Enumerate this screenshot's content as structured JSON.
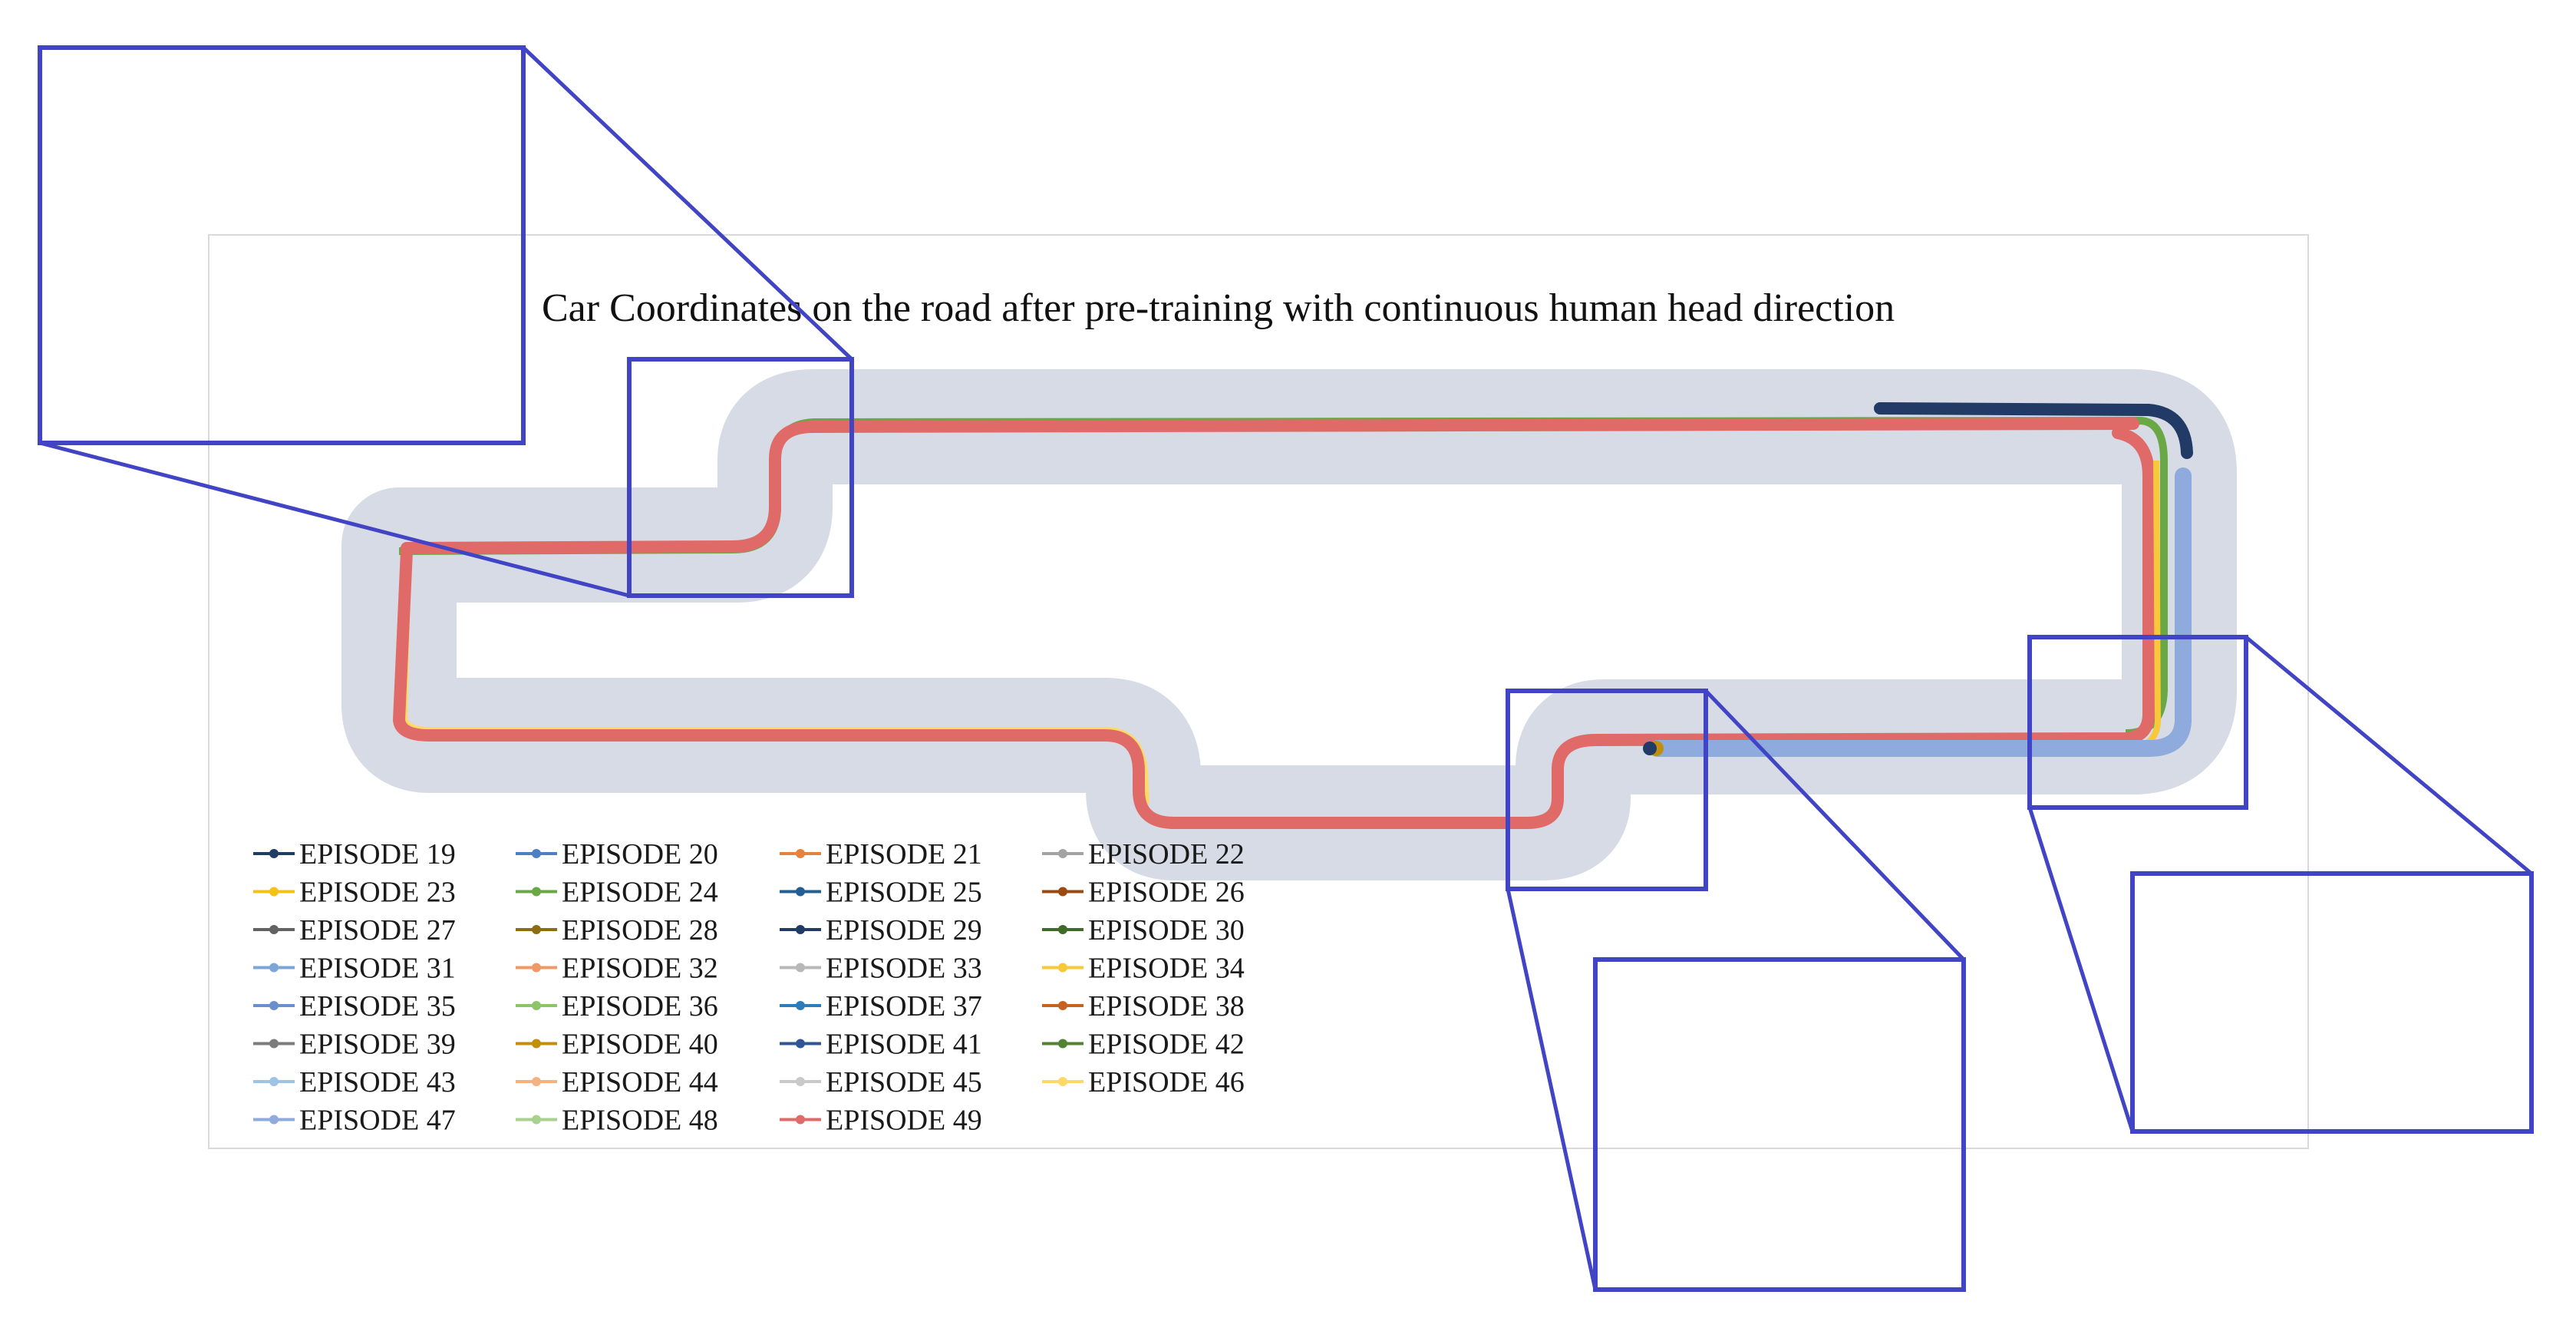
{
  "chart_data": {
    "type": "scatter",
    "title": "Car Coordinates on the road after pre-training with continuous human head direction",
    "xlabel": "",
    "ylabel": "",
    "grid": false,
    "legend_placement": "bottom-left",
    "road_color": "#d6dbe5",
    "zoom_box_color": "#4144c4",
    "series": [
      {
        "name": "EPISODE 19",
        "color": "#1f3c64"
      },
      {
        "name": "EPISODE 20",
        "color": "#4f7fc3"
      },
      {
        "name": "EPISODE 21",
        "color": "#e6823b"
      },
      {
        "name": "EPISODE 22",
        "color": "#a3a3a3"
      },
      {
        "name": "EPISODE 23",
        "color": "#f4c01a"
      },
      {
        "name": "EPISODE 24",
        "color": "#6aa846"
      },
      {
        "name": "EPISODE 25",
        "color": "#255e92"
      },
      {
        "name": "EPISODE 26",
        "color": "#9b4a12"
      },
      {
        "name": "EPISODE 27",
        "color": "#626262"
      },
      {
        "name": "EPISODE 28",
        "color": "#8c6d12"
      },
      {
        "name": "EPISODE 29",
        "color": "#223a66"
      },
      {
        "name": "EPISODE 30",
        "color": "#3f6a28"
      },
      {
        "name": "EPISODE 31",
        "color": "#7da6d8"
      },
      {
        "name": "EPISODE 32",
        "color": "#ef9a66"
      },
      {
        "name": "EPISODE 33",
        "color": "#b8b8b8"
      },
      {
        "name": "EPISODE 34",
        "color": "#f6c83a"
      },
      {
        "name": "EPISODE 35",
        "color": "#6a8fcb"
      },
      {
        "name": "EPISODE 36",
        "color": "#8cc46a"
      },
      {
        "name": "EPISODE 37",
        "color": "#2c7cbc"
      },
      {
        "name": "EPISODE 38",
        "color": "#c7621e"
      },
      {
        "name": "EPISODE 39",
        "color": "#7c7c7c"
      },
      {
        "name": "EPISODE 40",
        "color": "#c18e10"
      },
      {
        "name": "EPISODE 41",
        "color": "#2f5597"
      },
      {
        "name": "EPISODE 42",
        "color": "#548235"
      },
      {
        "name": "EPISODE 43",
        "color": "#9dc3e6"
      },
      {
        "name": "EPISODE 44",
        "color": "#f4b183"
      },
      {
        "name": "EPISODE 45",
        "color": "#c9c9c9"
      },
      {
        "name": "EPISODE 46",
        "color": "#ffd966"
      },
      {
        "name": "EPISODE 47",
        "color": "#8faadc"
      },
      {
        "name": "EPISODE 48",
        "color": "#a9d18e"
      },
      {
        "name": "EPISODE 49",
        "color": "#e06a68"
      }
    ]
  }
}
